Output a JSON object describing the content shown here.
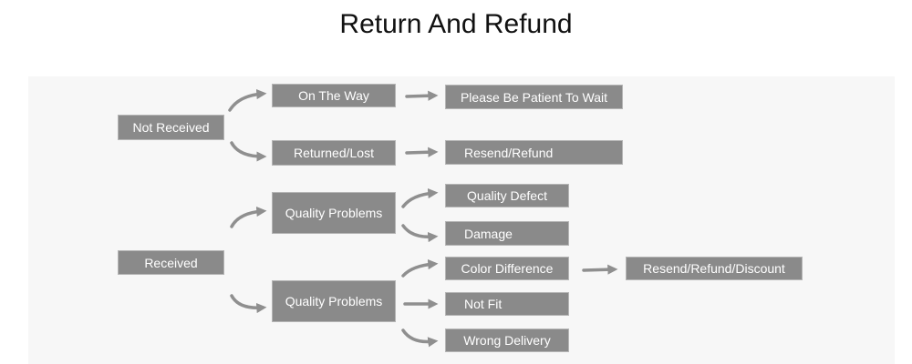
{
  "title": "Return And Refund",
  "colors": {
    "box": "#8a8a8a",
    "arrow": "#8f8f8f",
    "panel": "#f7f7f7"
  },
  "not_received": {
    "label": "Not Received",
    "on_the_way": {
      "label": "On The Way",
      "result": "Please Be Patient To Wait"
    },
    "returned_lost": {
      "label": "Returned/Lost",
      "result": "Resend/Refund"
    }
  },
  "received": {
    "label": "Received",
    "quality_problems_1": {
      "label": "Quality Problems",
      "items": [
        "Quality Defect",
        "Damage"
      ]
    },
    "quality_problems_2": {
      "label": "Quality Problems",
      "items": [
        "Color Difference",
        "Not Fit",
        "Wrong Delivery"
      ]
    },
    "color_difference_result": "Resend/Refund/Discount"
  },
  "icons": {
    "arrow": "curved-arrow-icon"
  }
}
